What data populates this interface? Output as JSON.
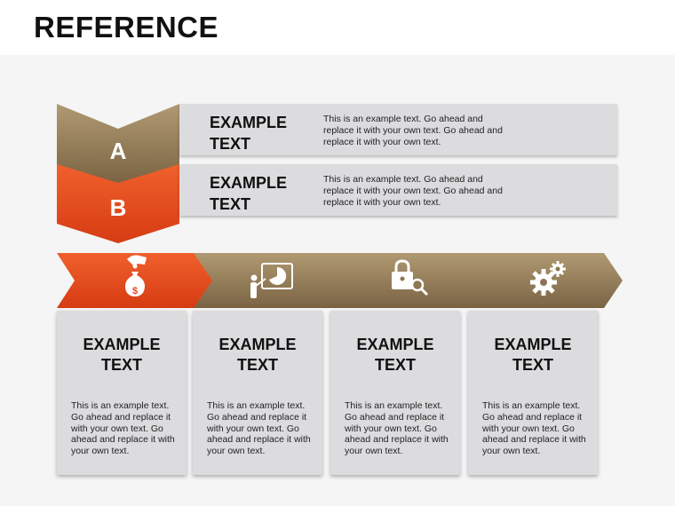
{
  "title": "REFERENCE",
  "rows": [
    {
      "letter": "A",
      "heading_line1": "EXAMPLE",
      "heading_line2": "TEXT",
      "body": "This is an example text. Go ahead and replace it with your own text. Go ahead and replace it with your own text.",
      "color": "#8c7553"
    },
    {
      "letter": "B",
      "heading_line1": "EXAMPLE",
      "heading_line2": "TEXT",
      "body": "This is an example text. Go ahead and replace it with your own text. Go ahead and replace it with your own text.",
      "color": "#e8481f"
    }
  ],
  "steps": [
    {
      "icon": "money-bag-icon",
      "color": "#e8481f",
      "heading_line1": "EXAMPLE",
      "heading_line2": "TEXT",
      "body": "This is an example text. Go ahead and replace it with your own text. Go ahead and replace it with your own text."
    },
    {
      "icon": "presenter-chart-icon",
      "color": "#8c7553",
      "heading_line1": "EXAMPLE",
      "heading_line2": "TEXT",
      "body": "This is an example text. Go ahead and replace it with your own text. Go ahead and replace it with your own text."
    },
    {
      "icon": "lock-search-icon",
      "color": "#8c7553",
      "heading_line1": "EXAMPLE",
      "heading_line2": "TEXT",
      "body": "This is an example text. Go ahead and replace it with your own text. Go ahead and replace it with your own text."
    },
    {
      "icon": "gears-icon",
      "color": "#8c7553",
      "heading_line1": "EXAMPLE",
      "heading_line2": "TEXT",
      "body": "This is an example text. Go ahead and replace it with your own text. Go ahead and replace it with your own text."
    }
  ]
}
